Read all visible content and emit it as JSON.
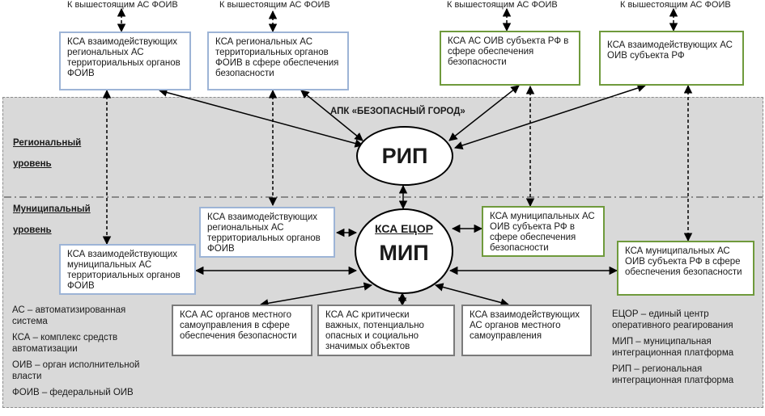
{
  "upper_link": "К вышестоящим АС ФОИВ",
  "apk_title": "АПК «БЕЗОПАСНЫЙ ГОРОД»",
  "levels": {
    "regional": "Региональный уровень",
    "municipal": "Муниципальный уровень"
  },
  "nodes": {
    "rip": "РИП",
    "kca_ecor": "КСА ЕЦОР",
    "mip": "МИП"
  },
  "boxes": {
    "top1": "КСА взаимодействующих региональных АС территориальных органов ФОИВ",
    "top2": "КСА региональных АС территориальных органов ФОИВ в сфере обеспечения безопасности",
    "top3": "КСА АС ОИВ субъекта РФ в сфере обеспечения безопасности",
    "top4": "КСА взаимодействующих АС ОИВ субъекта РФ",
    "mid_left": "КСА взаимодействующих муниципальных АС территориальных органов ФОИВ",
    "mid_center": "КСА взаимодействующих региональных АС территориальных органов ФОИВ",
    "mid_right": "КСА муниципальных АС ОИВ субъекта РФ в сфере обеспечения безопасности",
    "right_far": "КСА муниципальных АС ОИВ субъекта РФ в сфере обеспечения безопасности",
    "bottom1": "КСА АС органов местного самоуправления в сфере обеспечения безопасности",
    "bottom2": "КСА АС критически важных, потенциально опасных и социально значимых объектов",
    "bottom3": "КСА взаимодействующих АС органов местного самоуправления"
  },
  "legend_left": [
    "АС – автоматизированная система",
    "КСА – комплекс средств автоматизации",
    "ОИВ – орган исполнительной власти",
    "ФОИВ – федеральный ОИВ"
  ],
  "legend_right": [
    "ЕЦОР – единый центр оперативного реагирования",
    "МИП – муниципальная интеграционная платформа",
    "РИП – региональная интеграционная платформа"
  ],
  "colors": {
    "apk_background": "#d9d9d9",
    "blue_border": "#9db4d6",
    "green_border": "#6f9a3c",
    "gray_border": "#7a7a7a"
  }
}
